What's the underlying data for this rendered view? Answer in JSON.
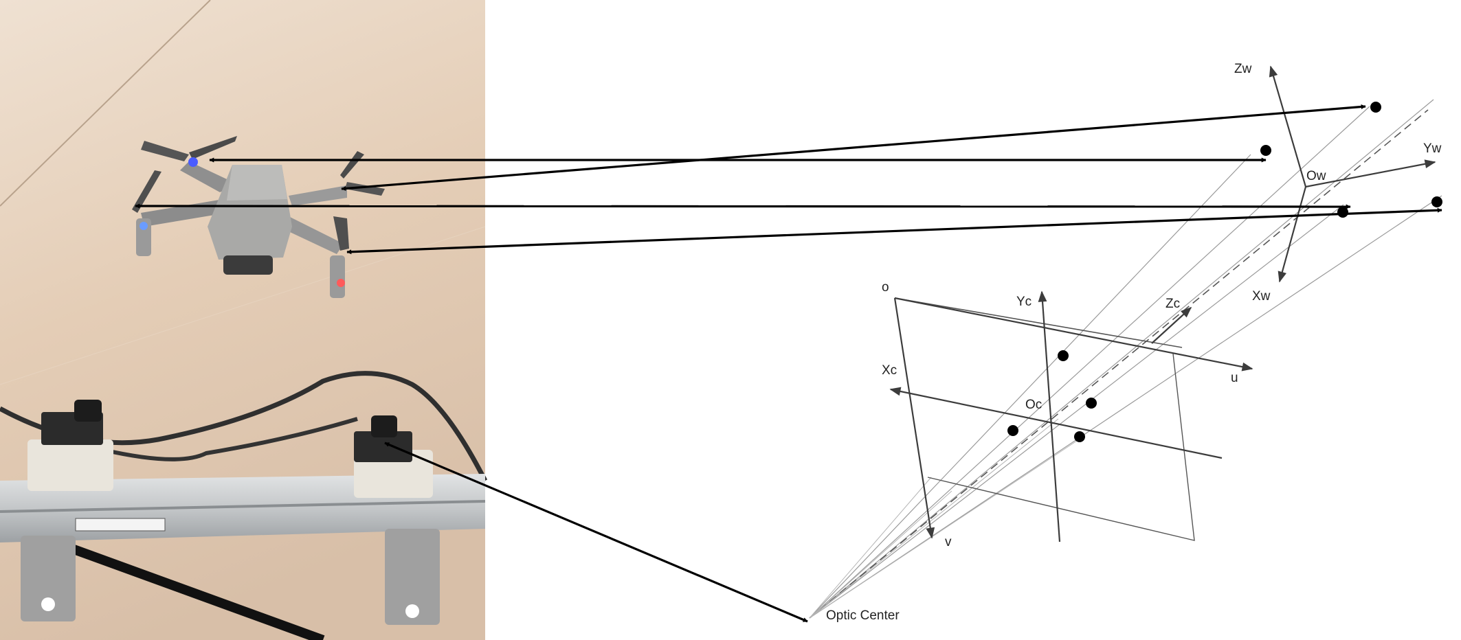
{
  "photo": {
    "description_icon": "photo-drone-stereo-rig",
    "subjects": [
      "drone",
      "stereo-camera-rig"
    ],
    "colors": {
      "table": "#e4cdb6",
      "drone": "#a9a9a7",
      "rail": "#c9cbcc",
      "led_blue": "#4a5cff",
      "led_red": "#ff5a5a"
    }
  },
  "diagram": {
    "labels": {
      "zw": "Zw",
      "yw": "Yw",
      "xw": "Xw",
      "ow": "Ow",
      "o": "o",
      "u": "u",
      "v": "v",
      "yc": "Yc",
      "zc": "Zc",
      "xc": "Xc",
      "oc": "Oc",
      "optic_center": "Optic Center"
    },
    "colors": {
      "axis": "#3c3c3c",
      "ray": "#9a9a9a",
      "arrow": "#000000",
      "point": "#000000"
    }
  }
}
